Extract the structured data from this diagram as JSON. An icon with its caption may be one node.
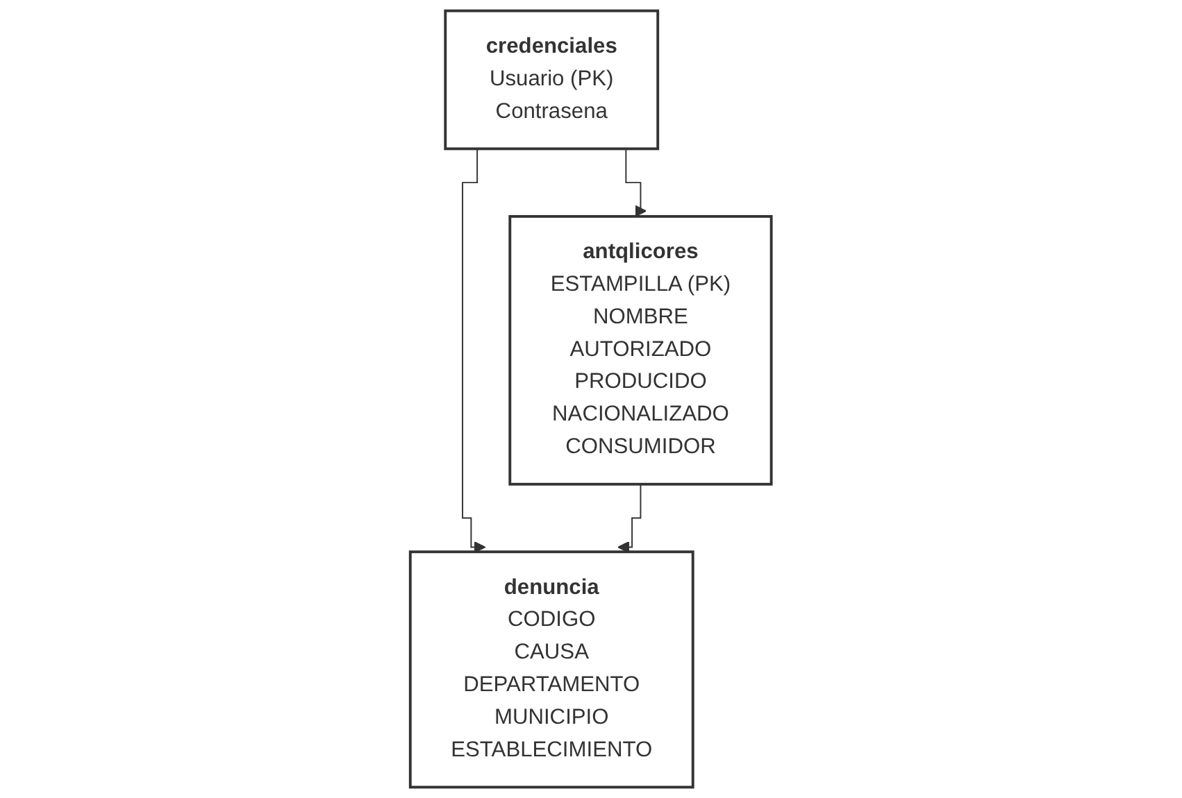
{
  "diagram": {
    "nodes": [
      {
        "text": [
          "credenciales",
          "Usuario (PK)",
          "Contrasena"
        ]
      },
      {
        "text": [
          "antqlicores",
          "ESTAMPILLA (PK)",
          "NOMBRE",
          "AUTORIZADO",
          "PRODUCIDO",
          "NACIONALIZADO",
          "CONSUMIDOR"
        ]
      },
      {
        "text": [
          "denuncia",
          "CODIGO",
          "CAUSA",
          "DEPARTAMENTO",
          "MUNICIPIO",
          "ESTABLECIMIENTO"
        ]
      }
    ],
    "edges": [
      {
        "from": 0,
        "to": 1,
        "arrow": "to"
      },
      {
        "from": 0,
        "to": 2,
        "arrow": "to"
      },
      {
        "from": 1,
        "to": 2,
        "arrow": "to"
      }
    ]
  }
}
